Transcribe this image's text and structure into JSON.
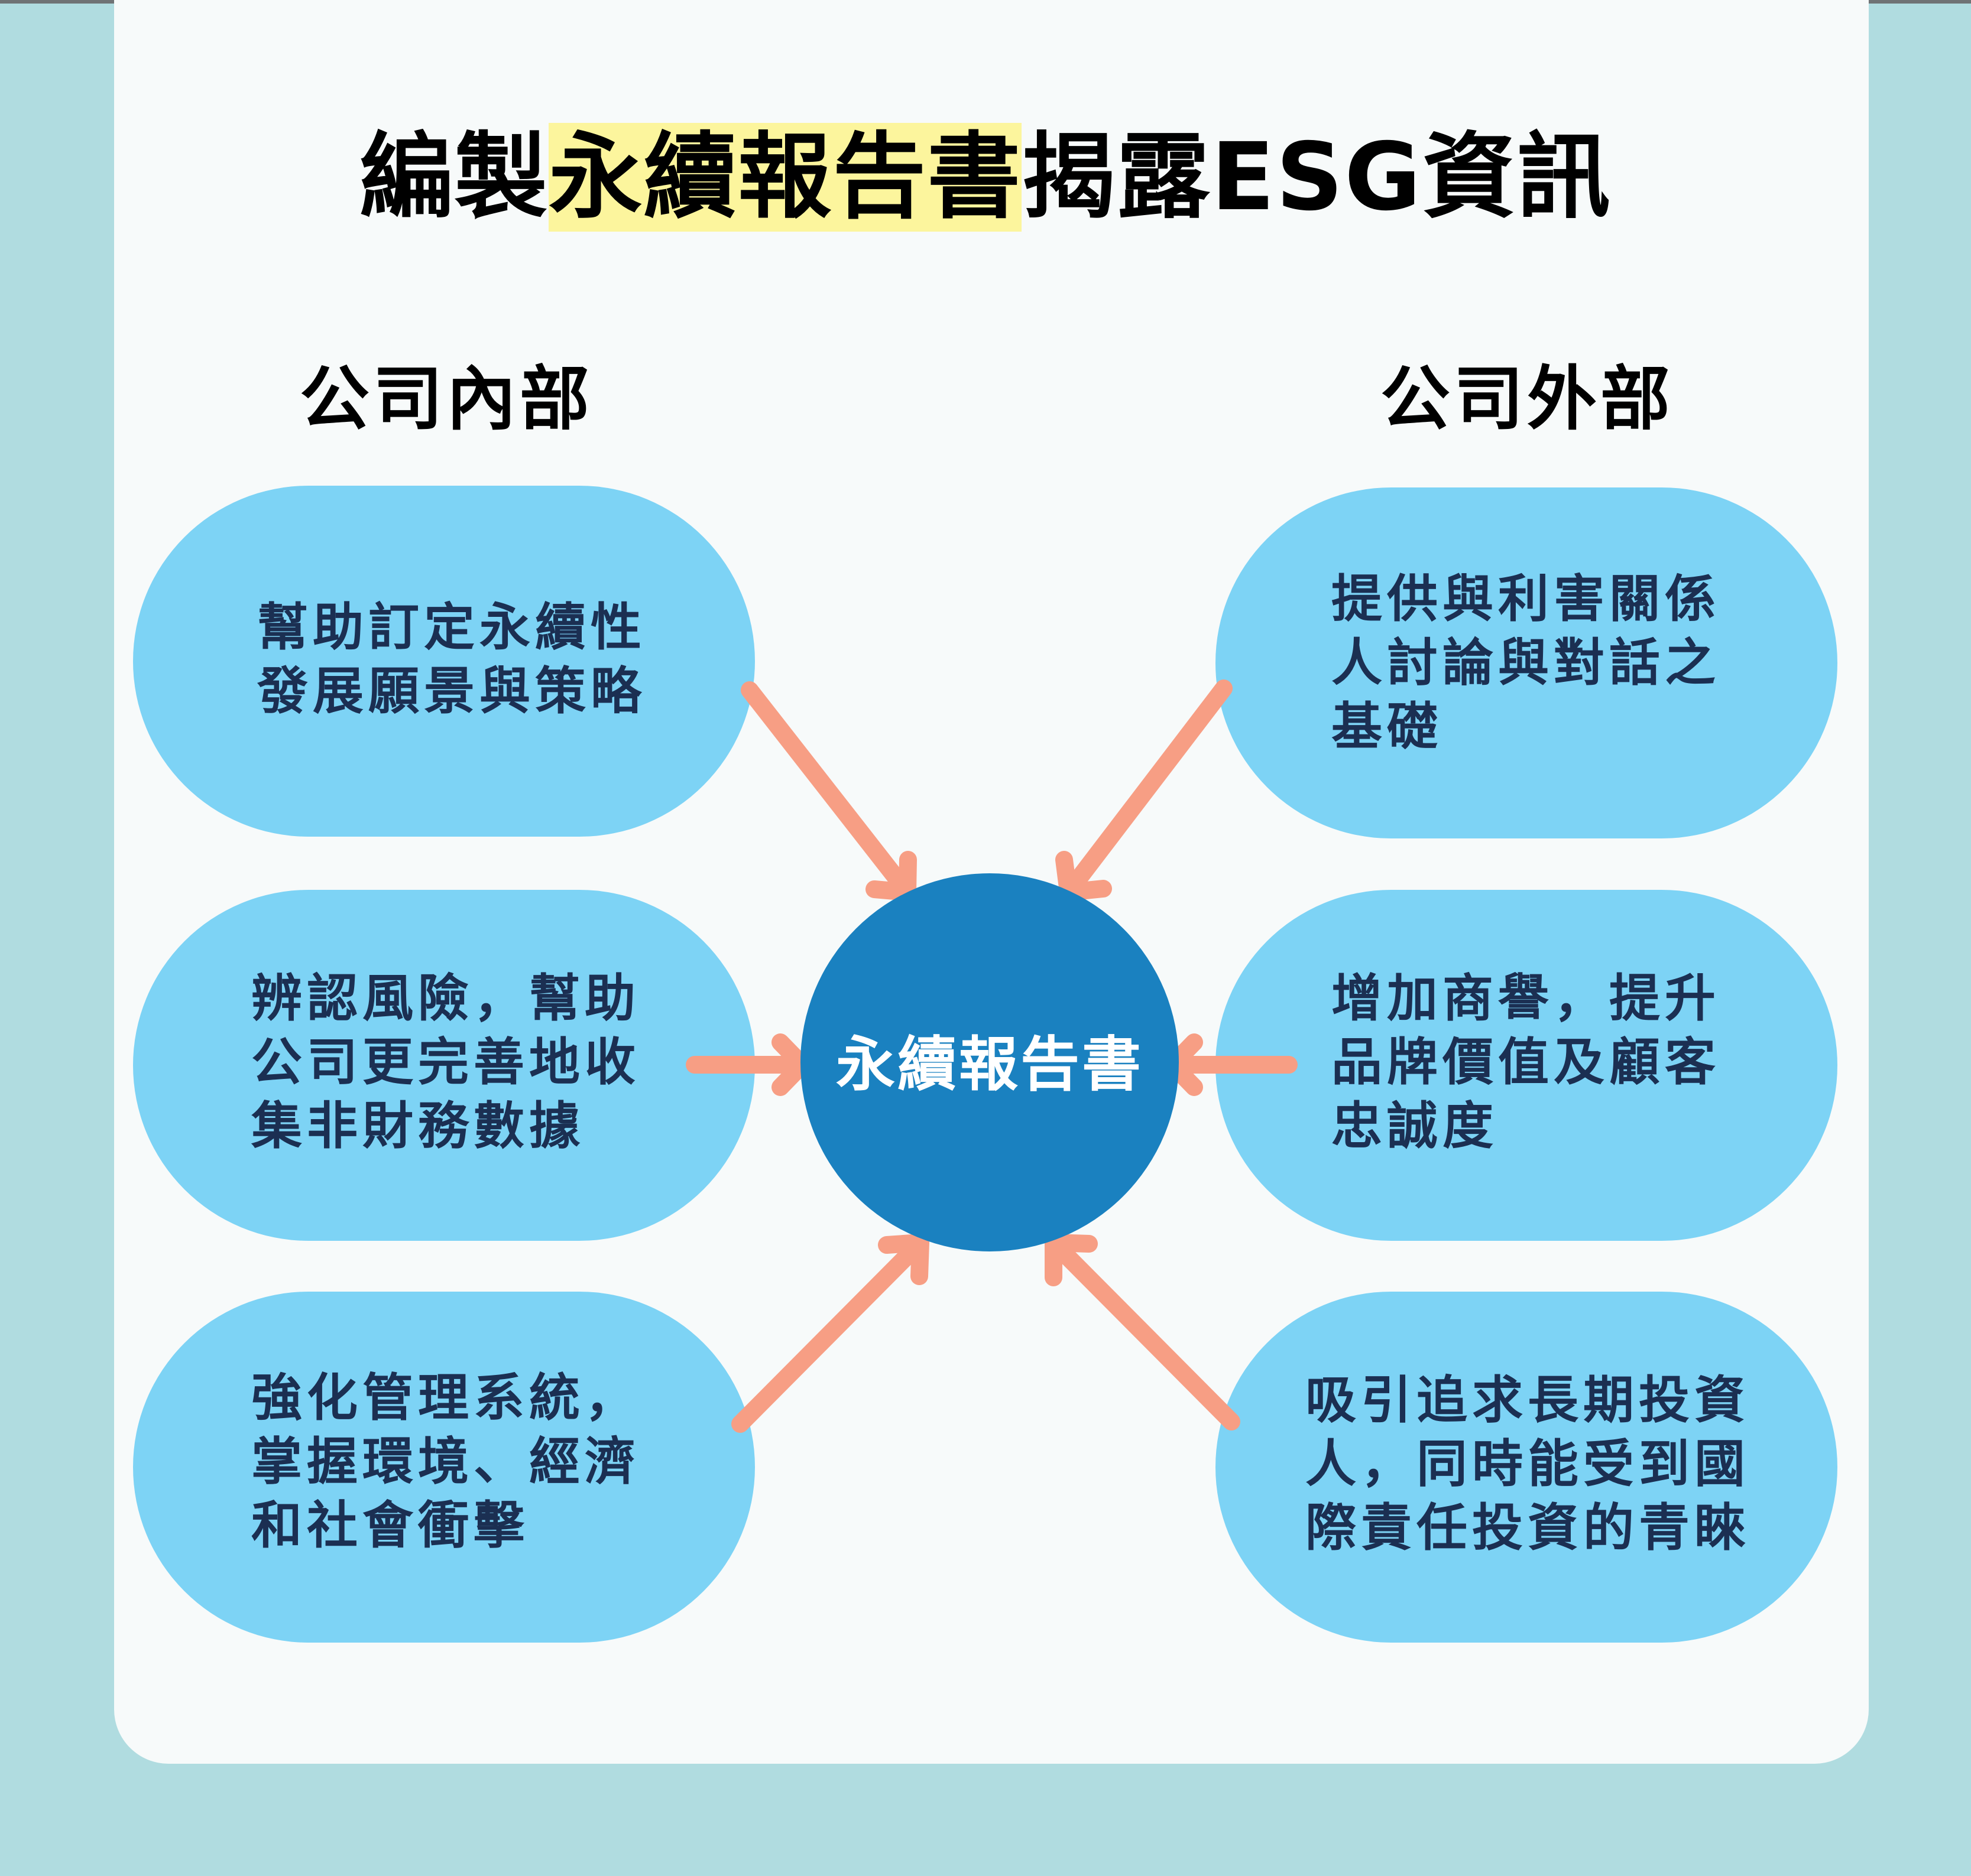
{
  "title": {
    "before": "編製",
    "highlight": "永續報告書",
    "after": "揭露ESG資訊"
  },
  "internal": {
    "heading": "公司內部",
    "items": [
      {
        "text": "幫助訂定永續性\n發展願景與策略"
      },
      {
        "text": "辨認風險，幫助\n公司更完善地收\n集非財務數據"
      },
      {
        "text": "強化管理系統，\n掌握環境、經濟\n和社會衝擊"
      }
    ]
  },
  "external": {
    "heading": "公司外部",
    "items": [
      {
        "text": "提供與利害關係\n人討論與對話之\n基礎"
      },
      {
        "text": "增加商譽，提升\n品牌價值及顧客\n忠誠度"
      },
      {
        "text": "吸引追求長期投資\n人，同時能受到國\n際責任投資的青睞"
      }
    ]
  },
  "center": {
    "label": "永續報告書"
  },
  "colors": {
    "background": "#b0dce0",
    "card": "#f7fafa",
    "title_highlight": "#fcf59d",
    "pill": "#7dd3f5",
    "pill_text": "#1b2f52",
    "center": "#1a81c0",
    "arrow": "#f79e84"
  }
}
